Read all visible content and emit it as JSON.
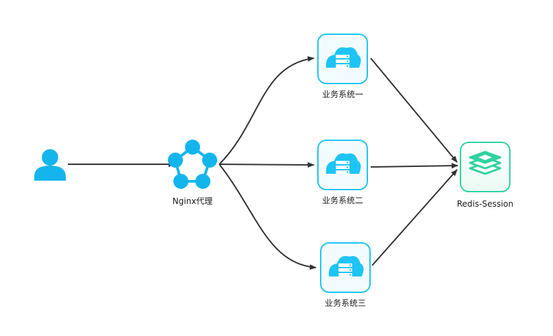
{
  "diagram": {
    "nodes": {
      "user": {
        "icon": "user-icon"
      },
      "nginx": {
        "label": "Nginx代理",
        "icon": "network-icon"
      },
      "sys1": {
        "label": "业务系统一",
        "icon": "cloud-server-icon"
      },
      "sys2": {
        "label": "业务系统二",
        "icon": "cloud-server-icon"
      },
      "sys3": {
        "label": "业务系统三",
        "icon": "cloud-server-icon"
      },
      "redis": {
        "label": "Redis-Session",
        "icon": "database-stack-icon"
      }
    },
    "edges": [
      {
        "from": "user",
        "to": "nginx"
      },
      {
        "from": "nginx",
        "to": "sys1"
      },
      {
        "from": "nginx",
        "to": "sys2"
      },
      {
        "from": "nginx",
        "to": "sys3"
      },
      {
        "from": "sys1",
        "to": "redis"
      },
      {
        "from": "sys2",
        "to": "redis"
      },
      {
        "from": "sys3",
        "to": "redis"
      }
    ]
  },
  "colors": {
    "server_blue": "#1ec4f4",
    "redis_green": "#2fd2a0",
    "arrow": "#333333"
  }
}
